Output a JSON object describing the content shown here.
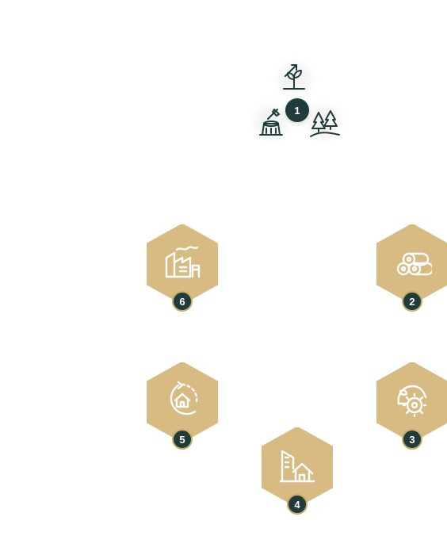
{
  "colors": {
    "hex_fill": "#d7bb83",
    "badge_bg": "#1f3b3a",
    "badge_ring": "#c9ab6d",
    "icon_stroke": "#ffffff",
    "top_icon_stroke": "#1f3b3a"
  },
  "steps": [
    {
      "number": "1",
      "icons": [
        "sapling-arrow-icon",
        "tree-stump-icon",
        "pine-trees-icon"
      ]
    },
    {
      "number": "2",
      "icon": "log-pile-icon"
    },
    {
      "number": "3",
      "icon": "circular-saw-icon"
    },
    {
      "number": "4",
      "icon": "building-house-icon"
    },
    {
      "number": "5",
      "icon": "recycle-home-icon"
    },
    {
      "number": "6",
      "icon": "factory-icon"
    }
  ]
}
